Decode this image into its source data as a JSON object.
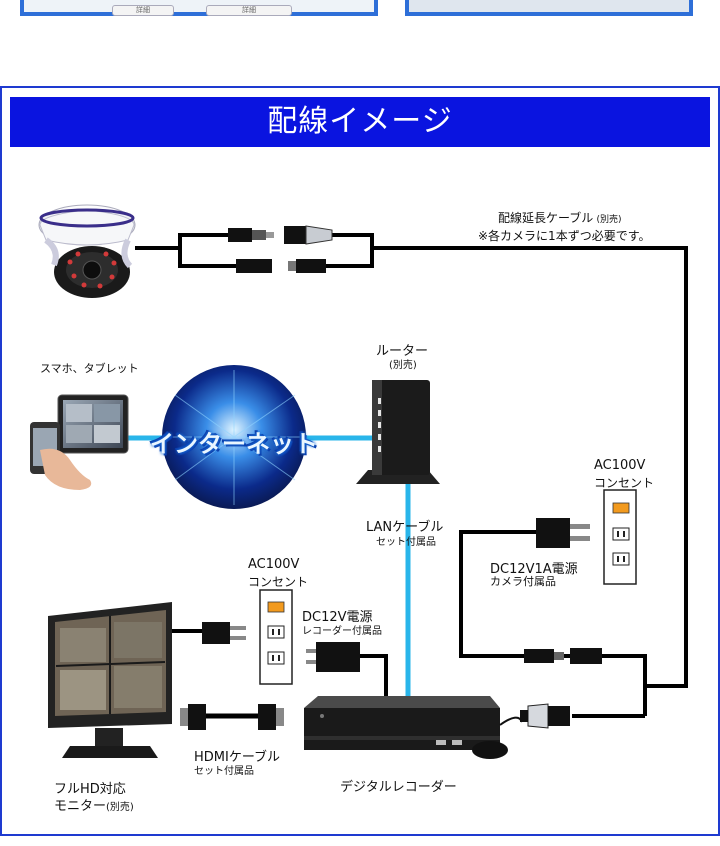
{
  "top": {
    "buttons": [
      "詳細",
      "詳細"
    ]
  },
  "banner": {
    "title": "配線イメージ"
  },
  "labels": {
    "extension_cable": "配線延長ケーブル",
    "extension_cable_note": "(別売)",
    "extension_cable_sub": "※各カメラに1本ずつ必要です。",
    "smartphone_tablet": "スマホ、タブレット",
    "internet": "インターネット",
    "router": "ルーター",
    "router_note": "(別売)",
    "lan_cable": "LANケーブル",
    "lan_cable_note": "セット付属品",
    "outlet_right_title": "AC100V",
    "outlet_right_sub": "コンセント",
    "camera_power": "DC12V1A電源",
    "camera_power_note": "カメラ付属品",
    "outlet_left_title": "AC100V",
    "outlet_left_sub": "コンセント",
    "recorder_power": "DC12V電源",
    "recorder_power_note": "レコーダー付属品",
    "hdmi_cable": "HDMIケーブル",
    "hdmi_cable_note": "セット付属品",
    "monitor": "フルHD対応",
    "monitor_line2": "モニター",
    "monitor_note": "(別売)",
    "recorder": "デジタルレコーダー"
  },
  "colors": {
    "banner": "#0a14e0",
    "frame": "#1e3ad0",
    "lan_cable": "#29b5ea",
    "outlet_slot": "#f29a1e"
  }
}
